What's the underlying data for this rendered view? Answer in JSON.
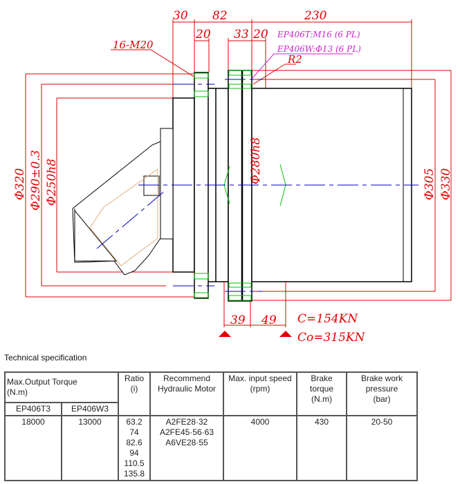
{
  "drawing": {
    "dims_top": [
      "30",
      "82",
      "230"
    ],
    "dims_second": [
      "20",
      "33",
      "20"
    ],
    "bolt_label": "16-M20",
    "note_t": "EP406T:M16 (6  PL)",
    "note_w": "EP406W:Φ13 (6  PL)",
    "radius": "R2",
    "dia_left": [
      "Φ320",
      "Φ290±0.3",
      "Φ250h8"
    ],
    "dia_mid": "Φ280h8",
    "dia_right": [
      "Φ305",
      "Φ330"
    ],
    "dims_bottom": [
      "39",
      "49"
    ],
    "load_c": "C=154KN",
    "load_co": "Co=315KN",
    "colors": {
      "dimension": "#e00000",
      "centerline": "#0000c0",
      "hatch": "#00c000",
      "note": "#d020d0"
    }
  },
  "spec": {
    "title": "Technical specification",
    "headers": {
      "torque": "Max.Output Torque\n(N.m)",
      "torque_t3": "EP406T3",
      "torque_w3": "EP406W3",
      "ratio": [
        "Ratio",
        "(i)"
      ],
      "motor": [
        "Recommend",
        "Hydraulic Motor"
      ],
      "speed": [
        "Max. input speed",
        "(rpm)"
      ],
      "brake_torque": [
        "Brake torque",
        "(N.m)"
      ],
      "brake_pressure": [
        "Brake work",
        "pressure",
        "(bar)"
      ]
    },
    "row": {
      "torque_t3": "18000",
      "torque_w3": "13000",
      "ratios": [
        "63.2",
        "74",
        "82.6",
        "94",
        "110.5",
        "135.8"
      ],
      "motors": [
        "A2FE28·32",
        "A2FE45·56·63",
        "A6VE28·55"
      ],
      "speed": "4000",
      "brake_torque": "430",
      "brake_pressure": "20-50"
    }
  }
}
